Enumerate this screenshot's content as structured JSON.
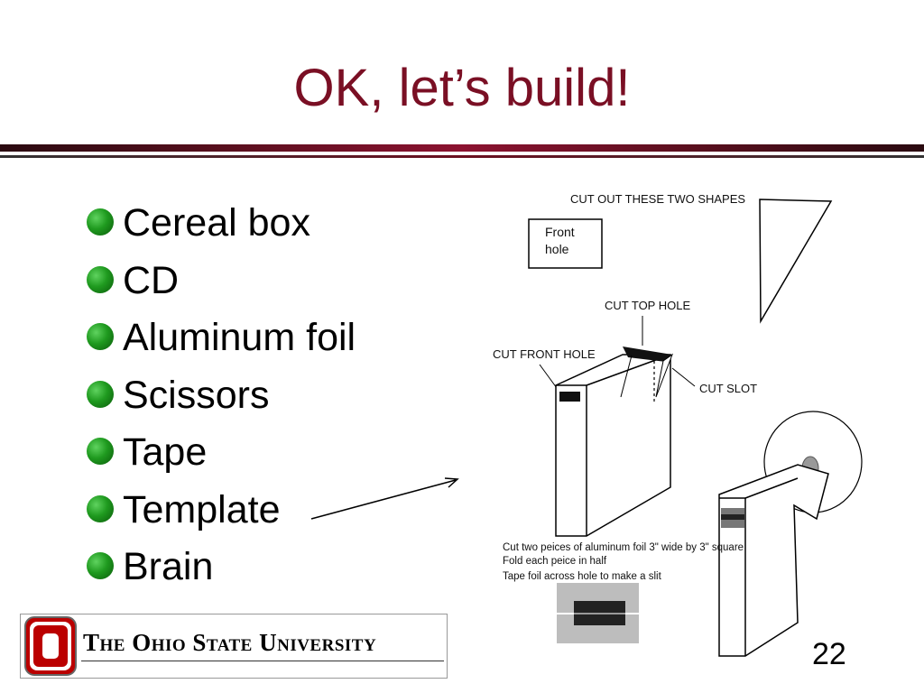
{
  "slide": {
    "title": "OK, let’s build!",
    "page_number": "22"
  },
  "bullets": [
    "Cereal box",
    "CD",
    "Aluminum foil",
    "Scissors",
    "Tape",
    "Template",
    "Brain"
  ],
  "diagram": {
    "cut_shapes_label": "CUT OUT THESE TWO SHAPES",
    "front_hole_label": "Front hole",
    "cut_top_hole_label": "CUT TOP HOLE",
    "cut_front_hole_label": "CUT FRONT HOLE",
    "cut_slot_label": "CUT SLOT",
    "instructions": [
      "Cut two peices of aluminum foil 3\" wide by 3\" square",
      "Fold each peice in half",
      "Tape foil across hole to make a slit"
    ]
  },
  "logo": {
    "university_name": "The Ohio State University",
    "block_letter": "O"
  },
  "colors": {
    "title": "#7a0f24",
    "scarlet": "#bb0000",
    "bullet_green": "#1f9a1f"
  }
}
